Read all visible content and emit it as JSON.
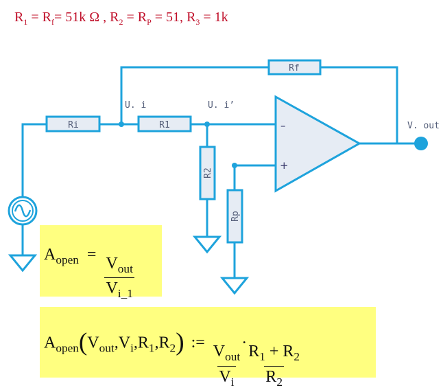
{
  "header": {
    "r1": "R",
    "r1_sub": "1",
    "rf": " = R",
    "rf_sub": "f",
    "val1": "= 51k Ω ,  ",
    "r2": "R",
    "r2_sub": "2",
    "rp": " = R",
    "rp_sub": "P",
    "val2": " = 51,  ",
    "r3": "R",
    "r3_sub": "3",
    "val3": " = 1k"
  },
  "circuit": {
    "rf_label": "Rf",
    "ri_label": "Ri",
    "r1_label": "R1",
    "r2_label": "R2",
    "rp_label": "Rp",
    "node_ui": "U. i",
    "node_ui_prime": "U. i’",
    "output_label": "V. out",
    "minus": "–",
    "plus": "+"
  },
  "equation1": {
    "lhs_main": "A",
    "lhs_sub": "open",
    "eq": "=",
    "num_main": "V",
    "num_sub": "out",
    "den_main": "V",
    "den_sub": "i_1"
  },
  "equation2": {
    "fn_main": "A",
    "fn_sub": "open",
    "arg1_main": "V",
    "arg1_sub": "out",
    "comma1": ",",
    "arg2_main": "V",
    "arg2_sub": "i",
    "comma2": ",",
    "arg3_main": "R",
    "arg3_sub": "1",
    "comma3": ",",
    "arg4_main": "R",
    "arg4_sub": "2",
    "assign": ":=",
    "f1_num_main": "V",
    "f1_num_sub": "out",
    "f1_den_main": "V",
    "f1_den_sub": "i",
    "dot": "·",
    "f2_num_a": "R",
    "f2_num_a_sub": "1",
    "f2_plus": " + ",
    "f2_num_b": "R",
    "f2_num_b_sub": "2",
    "f2_den": "R",
    "f2_den_sub": "2",
    "lparen": "(",
    "rparen": ")"
  },
  "colors": {
    "wire": "#1ea3dc",
    "component_fill": "#e6ecf4",
    "header_text": "#c0102a",
    "equation_bg": "#ffff80"
  }
}
